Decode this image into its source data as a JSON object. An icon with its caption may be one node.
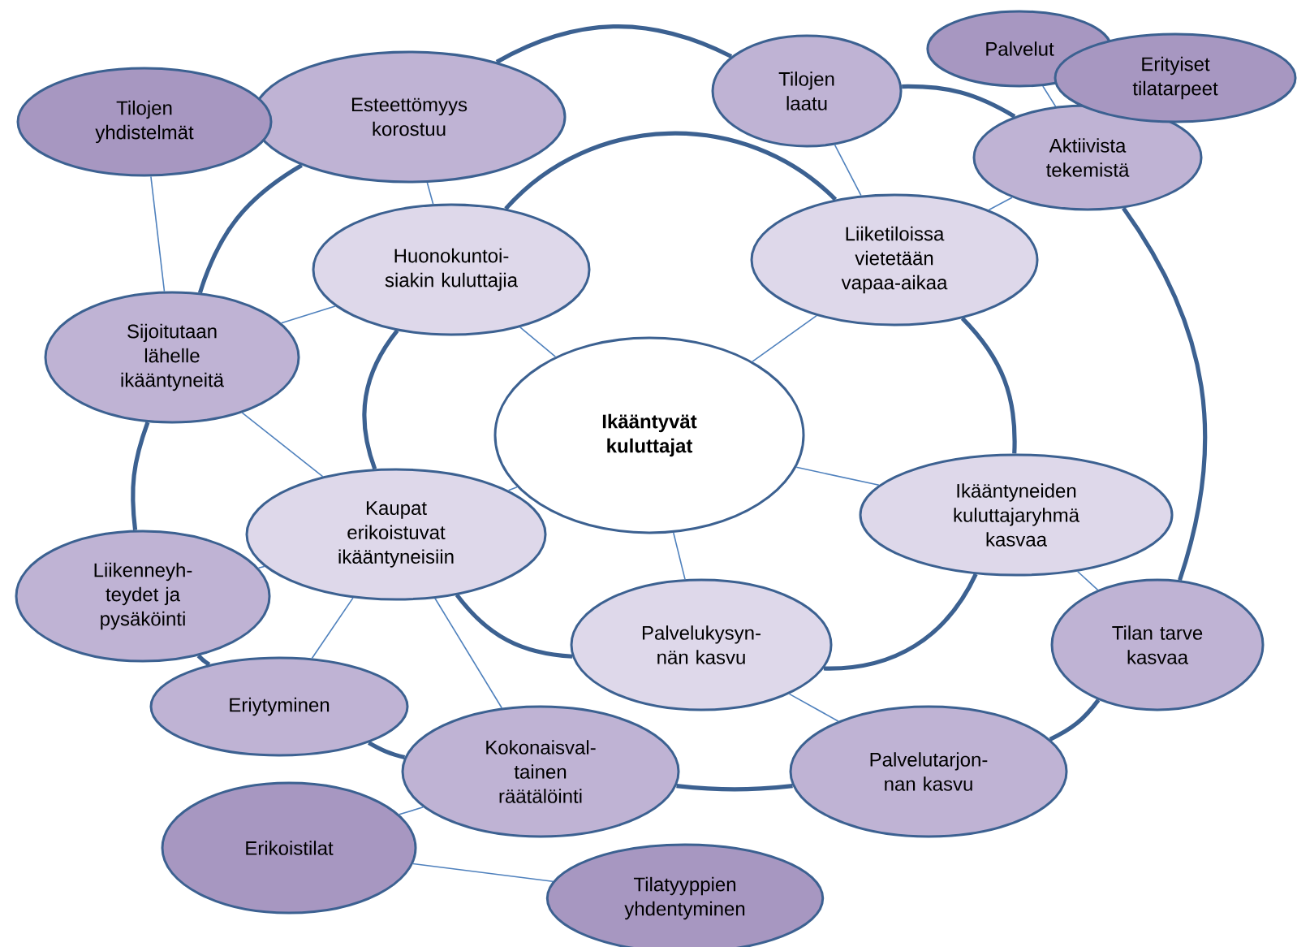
{
  "diagram": {
    "nodes": [
      {
        "text": [
          "Ikääntyvät kuluttajat"
        ]
      },
      {
        "text": [
          "Huonokuntoi- siakin kuluttajia"
        ]
      },
      {
        "text": [
          "Liiketiloissa vietetään vapaa-aikaa"
        ]
      },
      {
        "text": [
          "Ikääntyneiden kuluttajaryhmä kasvaa"
        ]
      },
      {
        "text": [
          "Palvelukysyn- nän kasvu"
        ]
      },
      {
        "text": [
          "Kaupat erikoistuvat ikääntyneisiin"
        ]
      },
      {
        "text": [
          "Esteettömyys korostuu"
        ]
      },
      {
        "text": [
          "Tilojen laatu"
        ]
      },
      {
        "text": [
          "Aktiivista tekemistä"
        ]
      },
      {
        "text": [
          "Tilan tarve kasvaa"
        ]
      },
      {
        "text": [
          "Palvelutarjon- nan kasvu"
        ]
      },
      {
        "text": [
          "Kokonaisval- tainen räätälöinti"
        ]
      },
      {
        "text": [
          "Eriytyminen"
        ]
      },
      {
        "text": [
          "Liikenneyh- teydet ja pysäköinti"
        ]
      },
      {
        "text": [
          "Sijoitutaan lähelle ikääntyneitä"
        ]
      },
      {
        "text": [
          "Tilojen yhdistelmät"
        ]
      },
      {
        "text": [
          "Palvelut"
        ]
      },
      {
        "text": [
          "Erityiset tilatarpeet"
        ]
      },
      {
        "text": [
          "Erikoistilat"
        ]
      },
      {
        "text": [
          "Tilatyyppien yhdentyminen"
        ]
      }
    ],
    "edges": [
      {
        "from": 1,
        "to": 2,
        "arrow": "none",
        "style": "thick",
        "color": "#3c6191"
      },
      {
        "from": 2,
        "to": 3,
        "arrow": "none",
        "style": "thick",
        "color": "#3c6191"
      },
      {
        "from": 3,
        "to": 4,
        "arrow": "none",
        "style": "thick",
        "color": "#3c6191"
      },
      {
        "from": 4,
        "to": 5,
        "arrow": "none",
        "style": "thick",
        "color": "#3c6191"
      },
      {
        "from": 5,
        "to": 1,
        "arrow": "none",
        "style": "thick",
        "color": "#3c6191"
      },
      {
        "from": 6,
        "to": 7,
        "arrow": "none",
        "style": "thick",
        "color": "#3c6191"
      },
      {
        "from": 7,
        "to": 8,
        "arrow": "none",
        "style": "thick",
        "color": "#3c6191"
      },
      {
        "from": 8,
        "to": 9,
        "arrow": "none",
        "style": "thick",
        "color": "#3c6191"
      },
      {
        "from": 9,
        "to": 10,
        "arrow": "none",
        "style": "thick",
        "color": "#3c6191"
      },
      {
        "from": 10,
        "to": 11,
        "arrow": "none",
        "style": "thick",
        "color": "#3c6191"
      },
      {
        "from": 11,
        "to": 12,
        "arrow": "none",
        "style": "thick",
        "color": "#3c6191"
      },
      {
        "from": 12,
        "to": 13,
        "arrow": "none",
        "style": "thick",
        "color": "#3c6191"
      },
      {
        "from": 13,
        "to": 14,
        "arrow": "none",
        "style": "thick",
        "color": "#3c6191"
      },
      {
        "from": 14,
        "to": 6,
        "arrow": "none",
        "style": "thick",
        "color": "#3c6191"
      },
      {
        "from": 15,
        "to": 14,
        "arrow": "none"
      },
      {
        "from": 6,
        "to": 1,
        "arrow": "none"
      },
      {
        "from": 14,
        "to": 1,
        "arrow": "none"
      },
      {
        "from": 14,
        "to": 5,
        "arrow": "none"
      },
      {
        "from": 1,
        "to": 0,
        "arrow": "none"
      },
      {
        "from": 7,
        "to": 2,
        "arrow": "none"
      },
      {
        "from": 16,
        "to": 8,
        "arrow": "none"
      },
      {
        "from": 8,
        "to": 2,
        "arrow": "none"
      },
      {
        "from": 2,
        "to": 0,
        "arrow": "none"
      },
      {
        "from": 3,
        "to": 0,
        "arrow": "none"
      },
      {
        "from": 0,
        "to": 4,
        "arrow": "none"
      },
      {
        "from": 5,
        "to": 0,
        "arrow": "none"
      },
      {
        "from": 3,
        "to": 9,
        "arrow": "none"
      },
      {
        "from": 4,
        "to": 10,
        "arrow": "none"
      },
      {
        "from": 5,
        "to": 12,
        "arrow": "none"
      },
      {
        "from": 5,
        "to": 11,
        "arrow": "none"
      },
      {
        "from": 5,
        "to": 13,
        "arrow": "none"
      },
      {
        "from": 11,
        "to": 18,
        "arrow": "none"
      },
      {
        "from": 18,
        "to": 19,
        "arrow": "none"
      }
    ]
  }
}
